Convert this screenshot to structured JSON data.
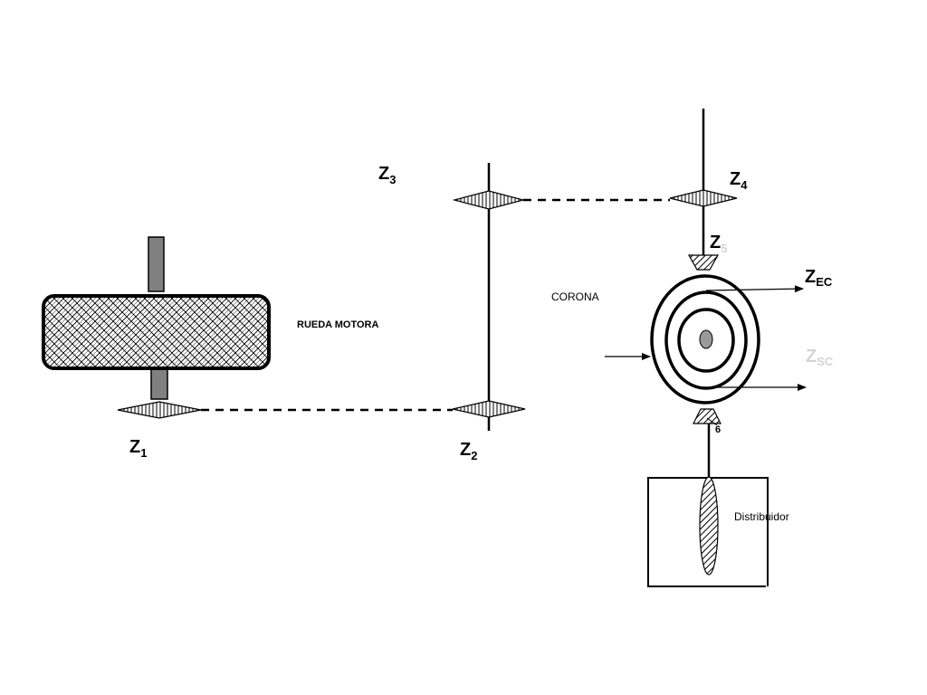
{
  "labels": {
    "wheel": "RUEDA MOTORA",
    "crown": "CORONA",
    "distributor": "Distribuidor",
    "z": "Z",
    "z1_sub": "1",
    "z2_sub": "2",
    "z3_sub": "3",
    "z4_sub": "4",
    "z5_sub": "5",
    "z6_sub": "6",
    "zec_sub": "EC",
    "zsc_sub": "SC"
  },
  "colors": {
    "stroke": "#000000",
    "shaft_fill": "#808080",
    "faded_label": "#d4d4d4",
    "background": "#ffffff"
  }
}
